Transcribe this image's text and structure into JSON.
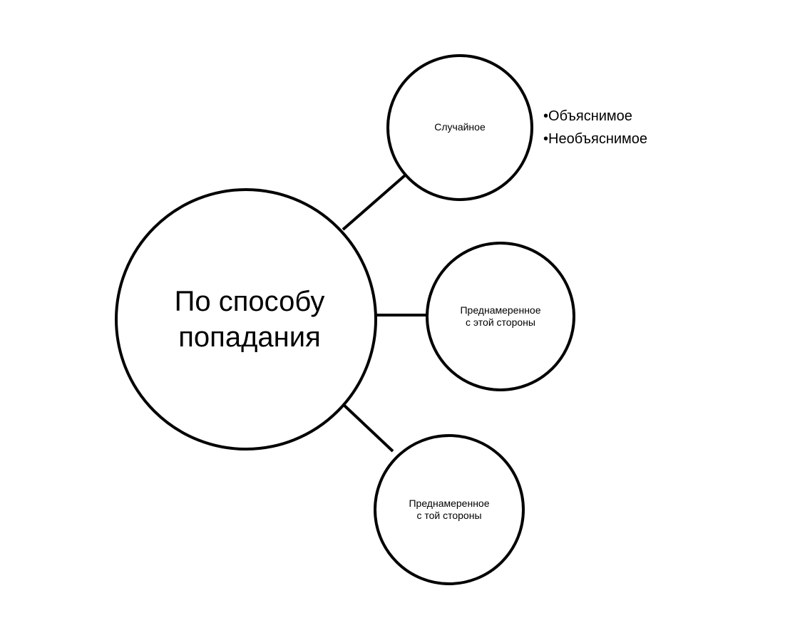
{
  "diagram": {
    "center": {
      "label": "По способу\nпопадания"
    },
    "nodes": [
      {
        "id": "sluchaynoe",
        "label": "Случайное"
      },
      {
        "id": "prednamerennoe-1",
        "label": "Преднамеренное\nс этой стороны"
      },
      {
        "id": "prednamerennoe-2",
        "label": "Преднамеренное\nс той стороны"
      }
    ],
    "bullets": [
      "Объяснимое",
      "Необъяснимое"
    ],
    "colors": {
      "stroke": "#000000",
      "fill": "#ffffff",
      "text": "#000000"
    }
  }
}
